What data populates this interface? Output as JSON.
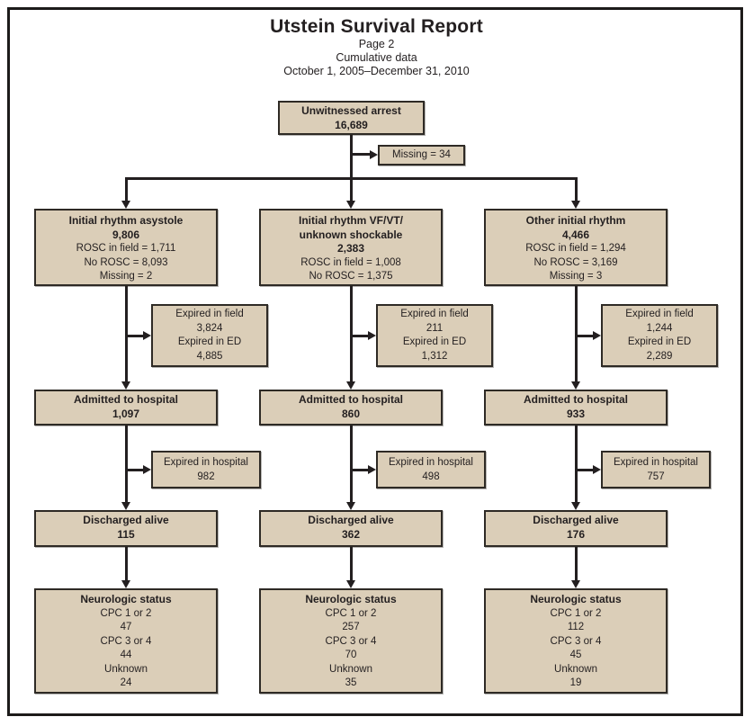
{
  "page": {
    "title": "Utstein Survival Report",
    "page_label": "Page 2",
    "subtitle": "Cumulative data",
    "date_range": "October 1, 2005–December 31, 2010"
  },
  "top_box": {
    "title": "Unwitnessed arrest",
    "value": "16,689"
  },
  "missing_box": {
    "label": "Missing = 34"
  },
  "columns": [
    {
      "id": "asystole",
      "rhythm": {
        "title_line1": "Initial rhythm asystole",
        "value": "9,806",
        "details": [
          "ROSC in field = 1,711",
          "No ROSC = 8,093",
          "Missing = 2"
        ]
      },
      "expired_field": {
        "lines": [
          "Expired in field",
          "3,824",
          "Expired in ED",
          "4,885"
        ]
      },
      "admitted": {
        "title": "Admitted to hospital",
        "value": "1,097"
      },
      "expired_hospital": {
        "lines": [
          "Expired in hospital",
          "982"
        ]
      },
      "discharged": {
        "title": "Discharged alive",
        "value": "115"
      },
      "neuro": {
        "title": "Neurologic status",
        "lines": [
          "CPC 1 or 2",
          "47",
          "CPC 3 or 4",
          "44",
          "Unknown",
          "24"
        ]
      }
    },
    {
      "id": "vf-vt-shockable",
      "rhythm": {
        "title_line1": "Initial rhythm VF/VT/",
        "title_line2": "unknown shockable",
        "value": "2,383",
        "details": [
          "ROSC in field = 1,008",
          "No ROSC = 1,375"
        ]
      },
      "expired_field": {
        "lines": [
          "Expired in field",
          "211",
          "Expired in ED",
          "1,312"
        ]
      },
      "admitted": {
        "title": "Admitted to hospital",
        "value": "860"
      },
      "expired_hospital": {
        "lines": [
          "Expired in hospital",
          "498"
        ]
      },
      "discharged": {
        "title": "Discharged alive",
        "value": "362"
      },
      "neuro": {
        "title": "Neurologic status",
        "lines": [
          "CPC 1 or 2",
          "257",
          "CPC 3 or 4",
          "70",
          "Unknown",
          "35"
        ]
      }
    },
    {
      "id": "other-rhythm",
      "rhythm": {
        "title_line1": "Other initial rhythm",
        "value": "4,466",
        "details": [
          "ROSC in field = 1,294",
          "No ROSC = 3,169",
          "Missing = 3"
        ]
      },
      "expired_field": {
        "lines": [
          "Expired in field",
          "1,244",
          "Expired in ED",
          "2,289"
        ]
      },
      "admitted": {
        "title": "Admitted to hospital",
        "value": "933"
      },
      "expired_hospital": {
        "lines": [
          "Expired in hospital",
          "757"
        ]
      },
      "discharged": {
        "title": "Discharged alive",
        "value": "176"
      },
      "neuro": {
        "title": "Neurologic status",
        "lines": [
          "CPC 1 or 2",
          "112",
          "CPC 3 or 4",
          "45",
          "Unknown",
          "19"
        ]
      }
    }
  ],
  "colors": {
    "box_fill": "#dbceb8",
    "box_border": "#2e2a25",
    "line": "#231f20"
  }
}
